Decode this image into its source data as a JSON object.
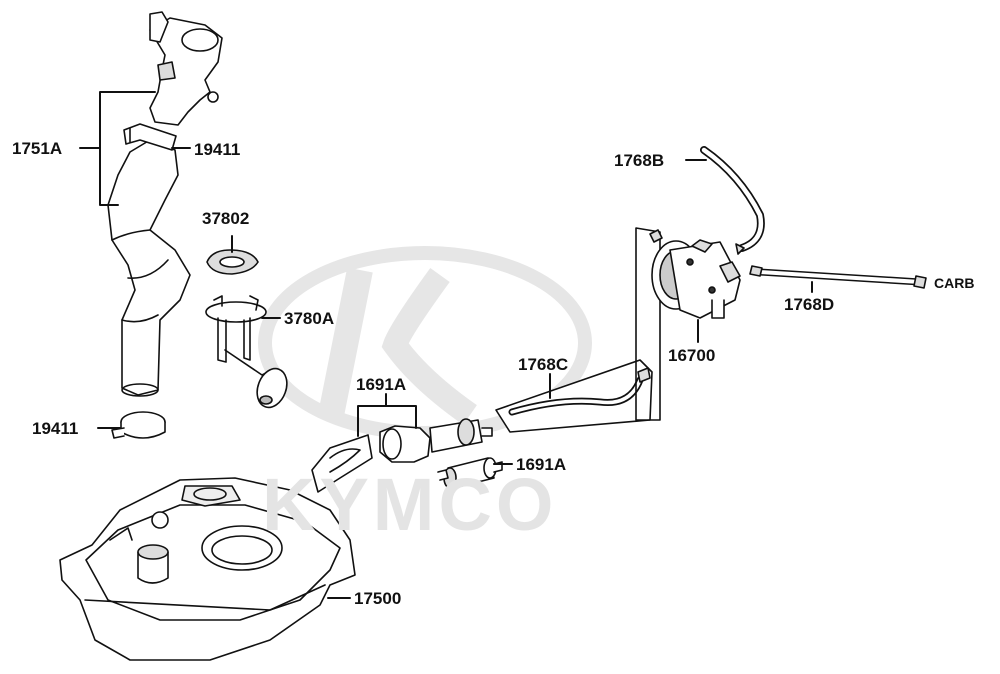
{
  "watermark": {
    "brand": "KYMCO"
  },
  "parts": {
    "filler_pipe": "1751A",
    "clamp_top": "19411",
    "clamp_bottom": "19411",
    "gasket": "37802",
    "fuel_unit": "3780A",
    "fuel_filter_group": "1691A",
    "fuel_filter": "1691A",
    "hose_c": "1768C",
    "hose_b": "1768B",
    "hose_d": "1768D",
    "fuel_pump": "16700",
    "fuel_tank": "17500",
    "carb": "CARB"
  }
}
